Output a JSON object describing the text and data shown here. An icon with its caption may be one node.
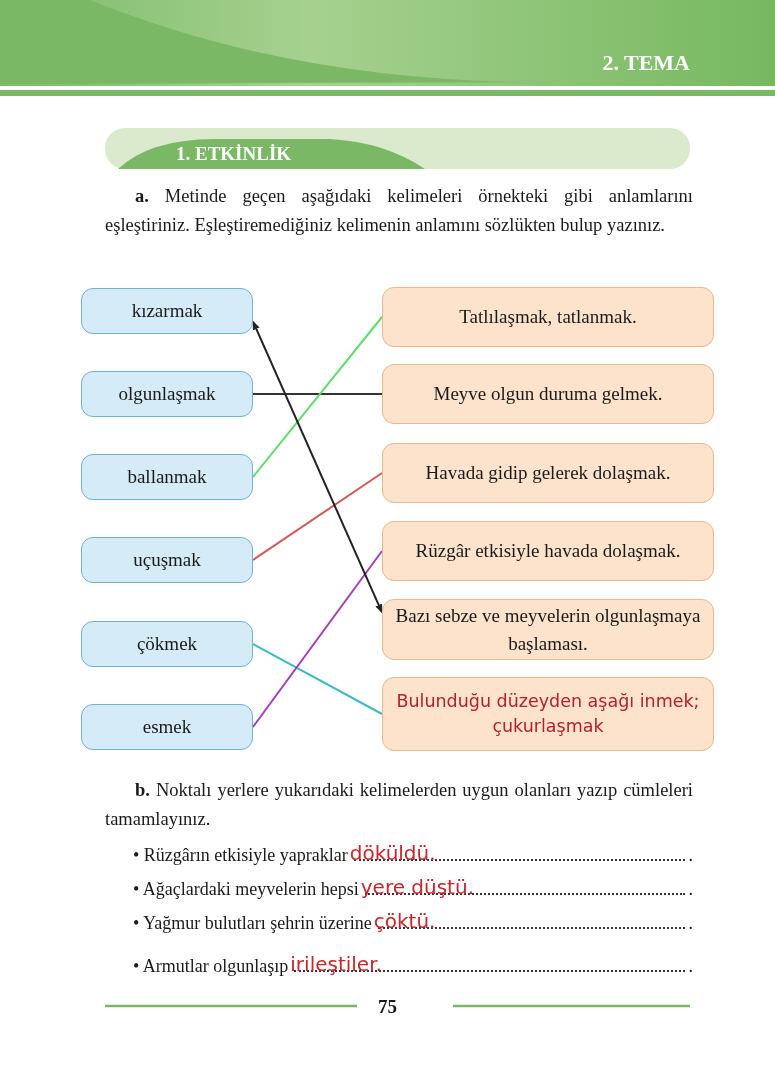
{
  "diagram": {
    "title": "1. ETKİNLİK",
    "nodes": [
      {
        "text": [
          "kızarmak"
        ]
      },
      {
        "text": [
          "olgunlaşmak"
        ]
      },
      {
        "text": [
          "ballanmak"
        ]
      },
      {
        "text": [
          "uçuşmak"
        ]
      },
      {
        "text": [
          "çökmek"
        ]
      },
      {
        "text": [
          "esmek"
        ]
      },
      {
        "text": [
          "Tatlılaşmak, tatlanmak."
        ]
      },
      {
        "text": [
          "Meyve olgun duruma gelmek."
        ]
      },
      {
        "text": [
          "Havada gidip gelerek dolaşmak."
        ]
      },
      {
        "text": [
          "Rüzgâr etkisiyle havada dolaşmak."
        ]
      },
      {
        "text": [
          "Bazı sebze ve meyvelerin olgunlaşmaya başlaması."
        ]
      },
      {
        "text": [
          "Bulunduğu düzeyden aşağı inmek; çukurlaşmak"
        ]
      }
    ],
    "edges": [
      {
        "from": 1,
        "to": 7,
        "arrow": "none",
        "color": "#333333"
      },
      {
        "from": 2,
        "to": 6,
        "arrow": "none",
        "color": "#5fdc6a"
      },
      {
        "from": 3,
        "to": 8,
        "arrow": "none",
        "color": "#d05a5a"
      },
      {
        "from": 4,
        "to": 11,
        "arrow": "none",
        "color": "#3cbcc0"
      },
      {
        "from": 5,
        "to": 9,
        "arrow": "none",
        "color": "#a040b8"
      },
      {
        "from": 0,
        "to": 10,
        "arrow": "both",
        "color": "#222222"
      }
    ],
    "labels": [
      "2. TEMA",
      "**a.** Metinde geçen aşağıdaki kelimeleri örnekteki gibi anlamlarını eşleştiriniz. Eşleştiremediğiniz kelimenin anlamını sözlükten bulup yazınız.",
      "**b.** Noktalı yerlere yukarıdaki kelimelerden uygun olanları yazıp cümleleri tamamlayınız.",
      "• Rüzgârın etkisiyle yapraklar",
      "döküldü.",
      ".",
      "• Ağaçlardaki meyvelerin hepsi",
      "yere düştü.",
      ".",
      "• Yağmur bulutları şehrin üzerine",
      "çöktü.",
      ".",
      "• Armutlar olgunlaşıp",
      "irileştiler.",
      ".",
      "75"
    ]
  }
}
